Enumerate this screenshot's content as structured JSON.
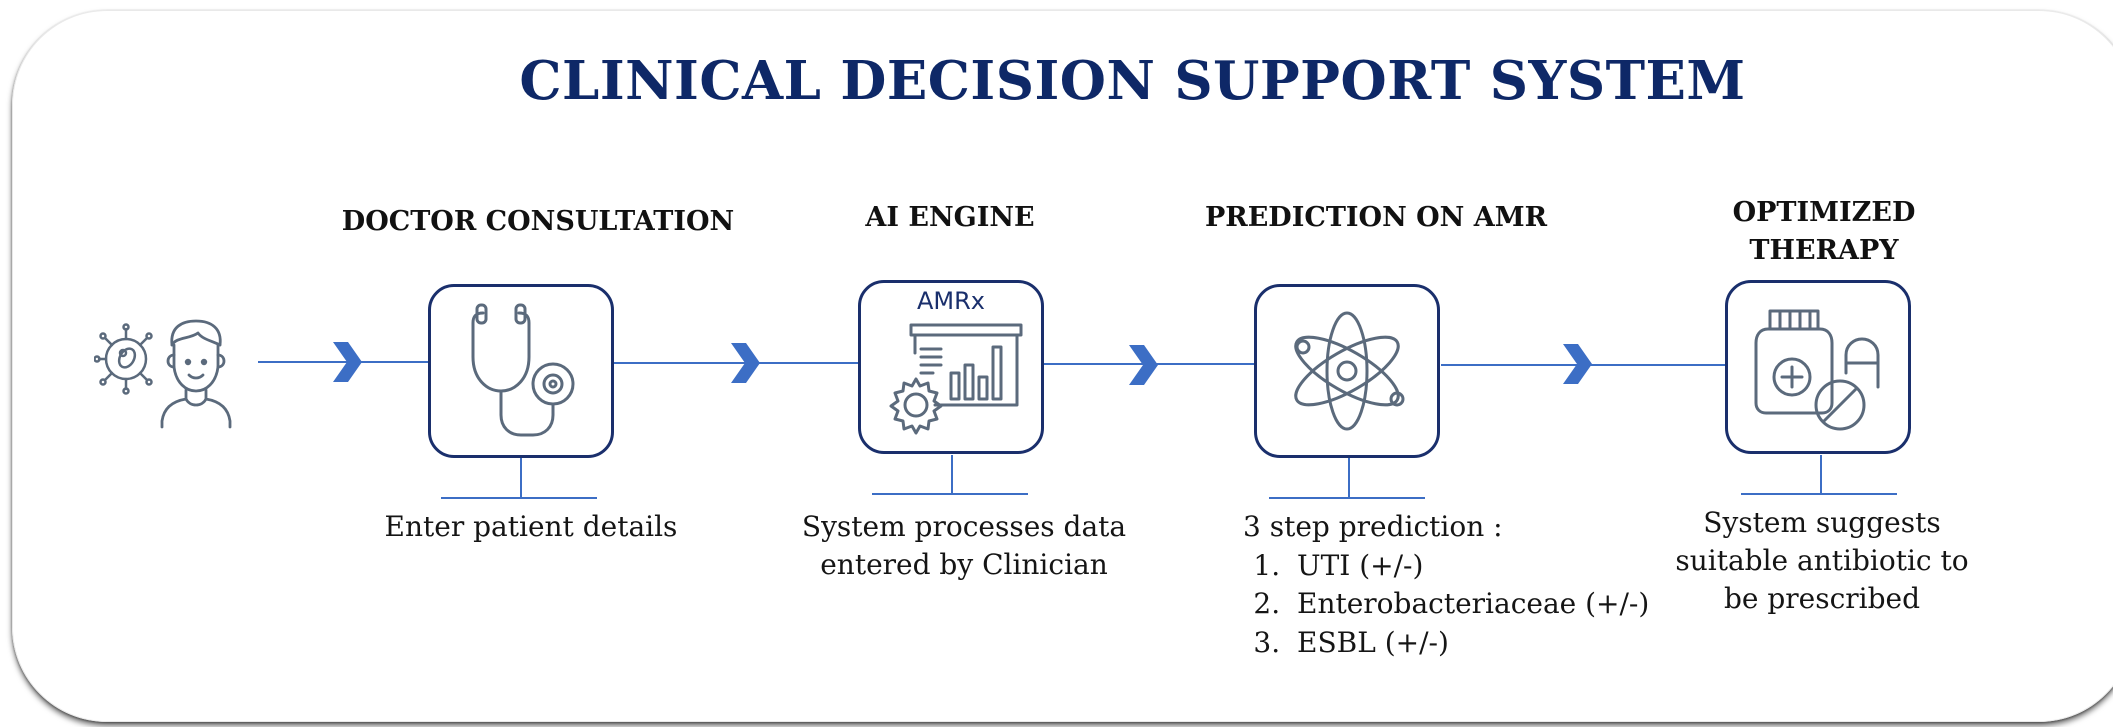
{
  "title": "CLINICAL DECISION SUPPORT SYSTEM",
  "colors": {
    "navy": "#0e2867",
    "accent": "#3c6ec5",
    "icon": "#5b6a7c",
    "box_border": "#1a2f6c"
  },
  "patient": {
    "icons": [
      "bacteria-icon",
      "patient-icon"
    ]
  },
  "steps": [
    {
      "heading": "DOCTOR CONSULTATION",
      "icon": "stethoscope-icon",
      "caption": "Enter patient details"
    },
    {
      "heading": "AI ENGINE",
      "icon": "analytics-board-icon",
      "box_label": "AMRx",
      "caption": "System processes data entered by Clinician"
    },
    {
      "heading": "PREDICTION ON AMR",
      "icon": "atom-icon",
      "caption_intro": "3 step prediction :",
      "caption_list": [
        "UTI (+/-)",
        "Enterobacteriaceae (+/-)",
        "ESBL (+/-)"
      ]
    },
    {
      "heading": "OPTIMIZED THERAPY",
      "icon": "medicine-icon",
      "caption": "System suggests suitable antibiotic to be prescribed"
    }
  ],
  "connector_icon": "chevron-arrow-icon"
}
